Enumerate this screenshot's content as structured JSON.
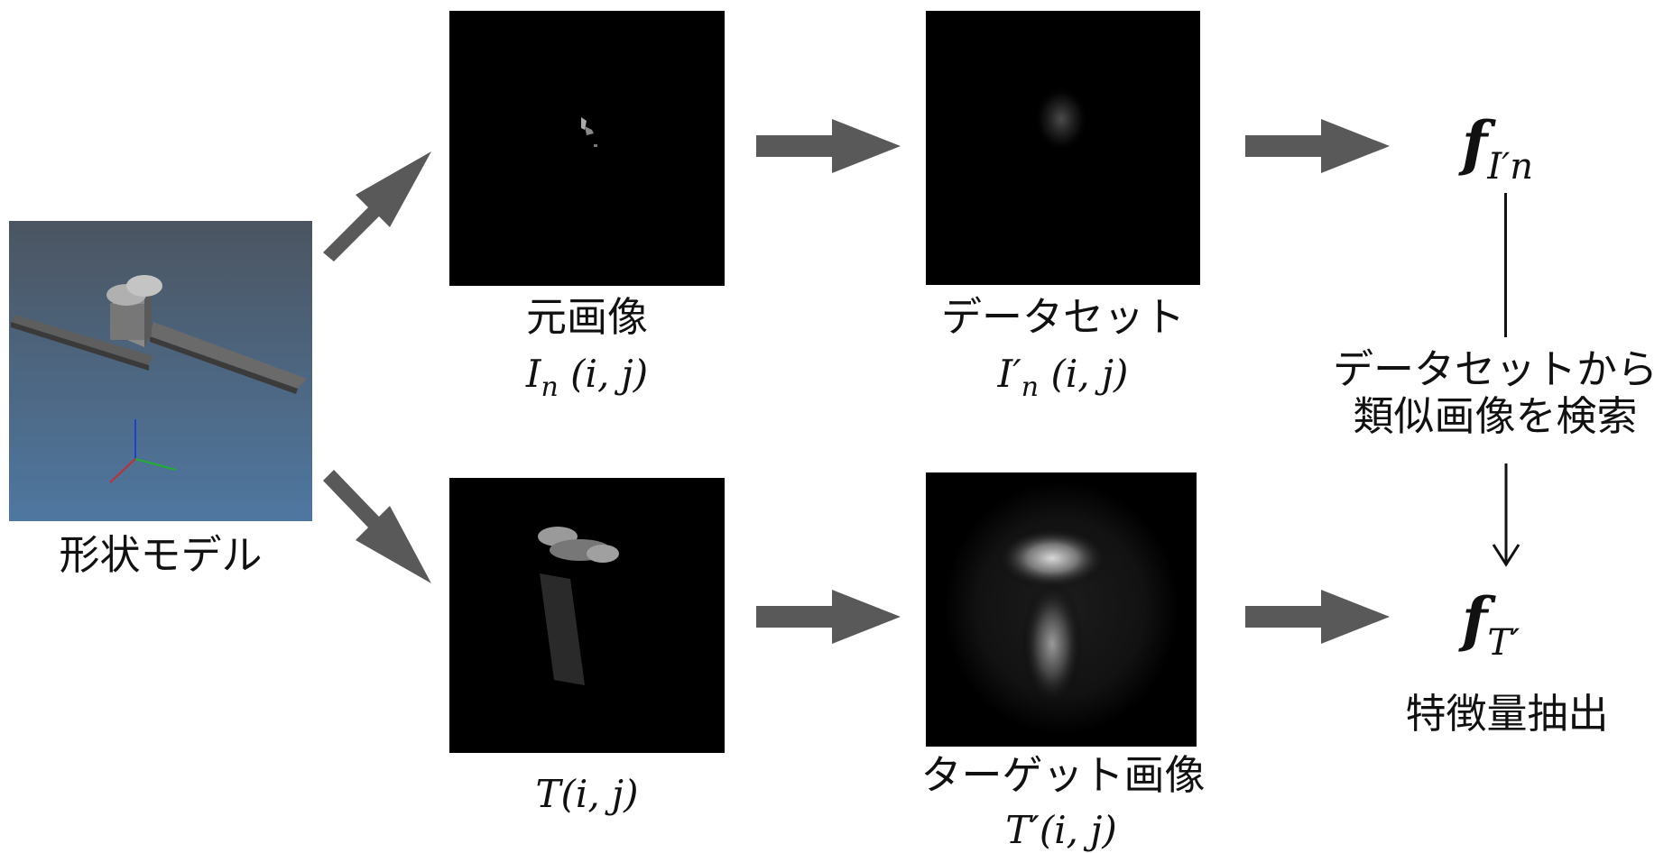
{
  "shape_model": {
    "label": "形状モデル"
  },
  "original": {
    "label": "元画像",
    "symbol": "I",
    "sub": "n",
    "args": " (i, j)"
  },
  "dataset": {
    "label": "データセット",
    "symbol": "I′",
    "sub": "n",
    "args": " (i, j)"
  },
  "template": {
    "symbol": "T",
    "args": "(i, j)"
  },
  "target": {
    "label": "ターゲット画像",
    "symbol": "T′",
    "args": "(i, j)"
  },
  "feature_top": {
    "symbol": "f",
    "sub": "I′n"
  },
  "feature_bottom": {
    "symbol": "f",
    "sub": "T′"
  },
  "search": {
    "line1": "データセットから",
    "line2": "類似画像を検索"
  },
  "extract": {
    "label": "特徴量抽出"
  },
  "colors": {
    "arrow": "#595959",
    "panel": "#000000",
    "model_bg_top": "#4a5561",
    "model_bg_bottom": "#4d7aa3"
  }
}
